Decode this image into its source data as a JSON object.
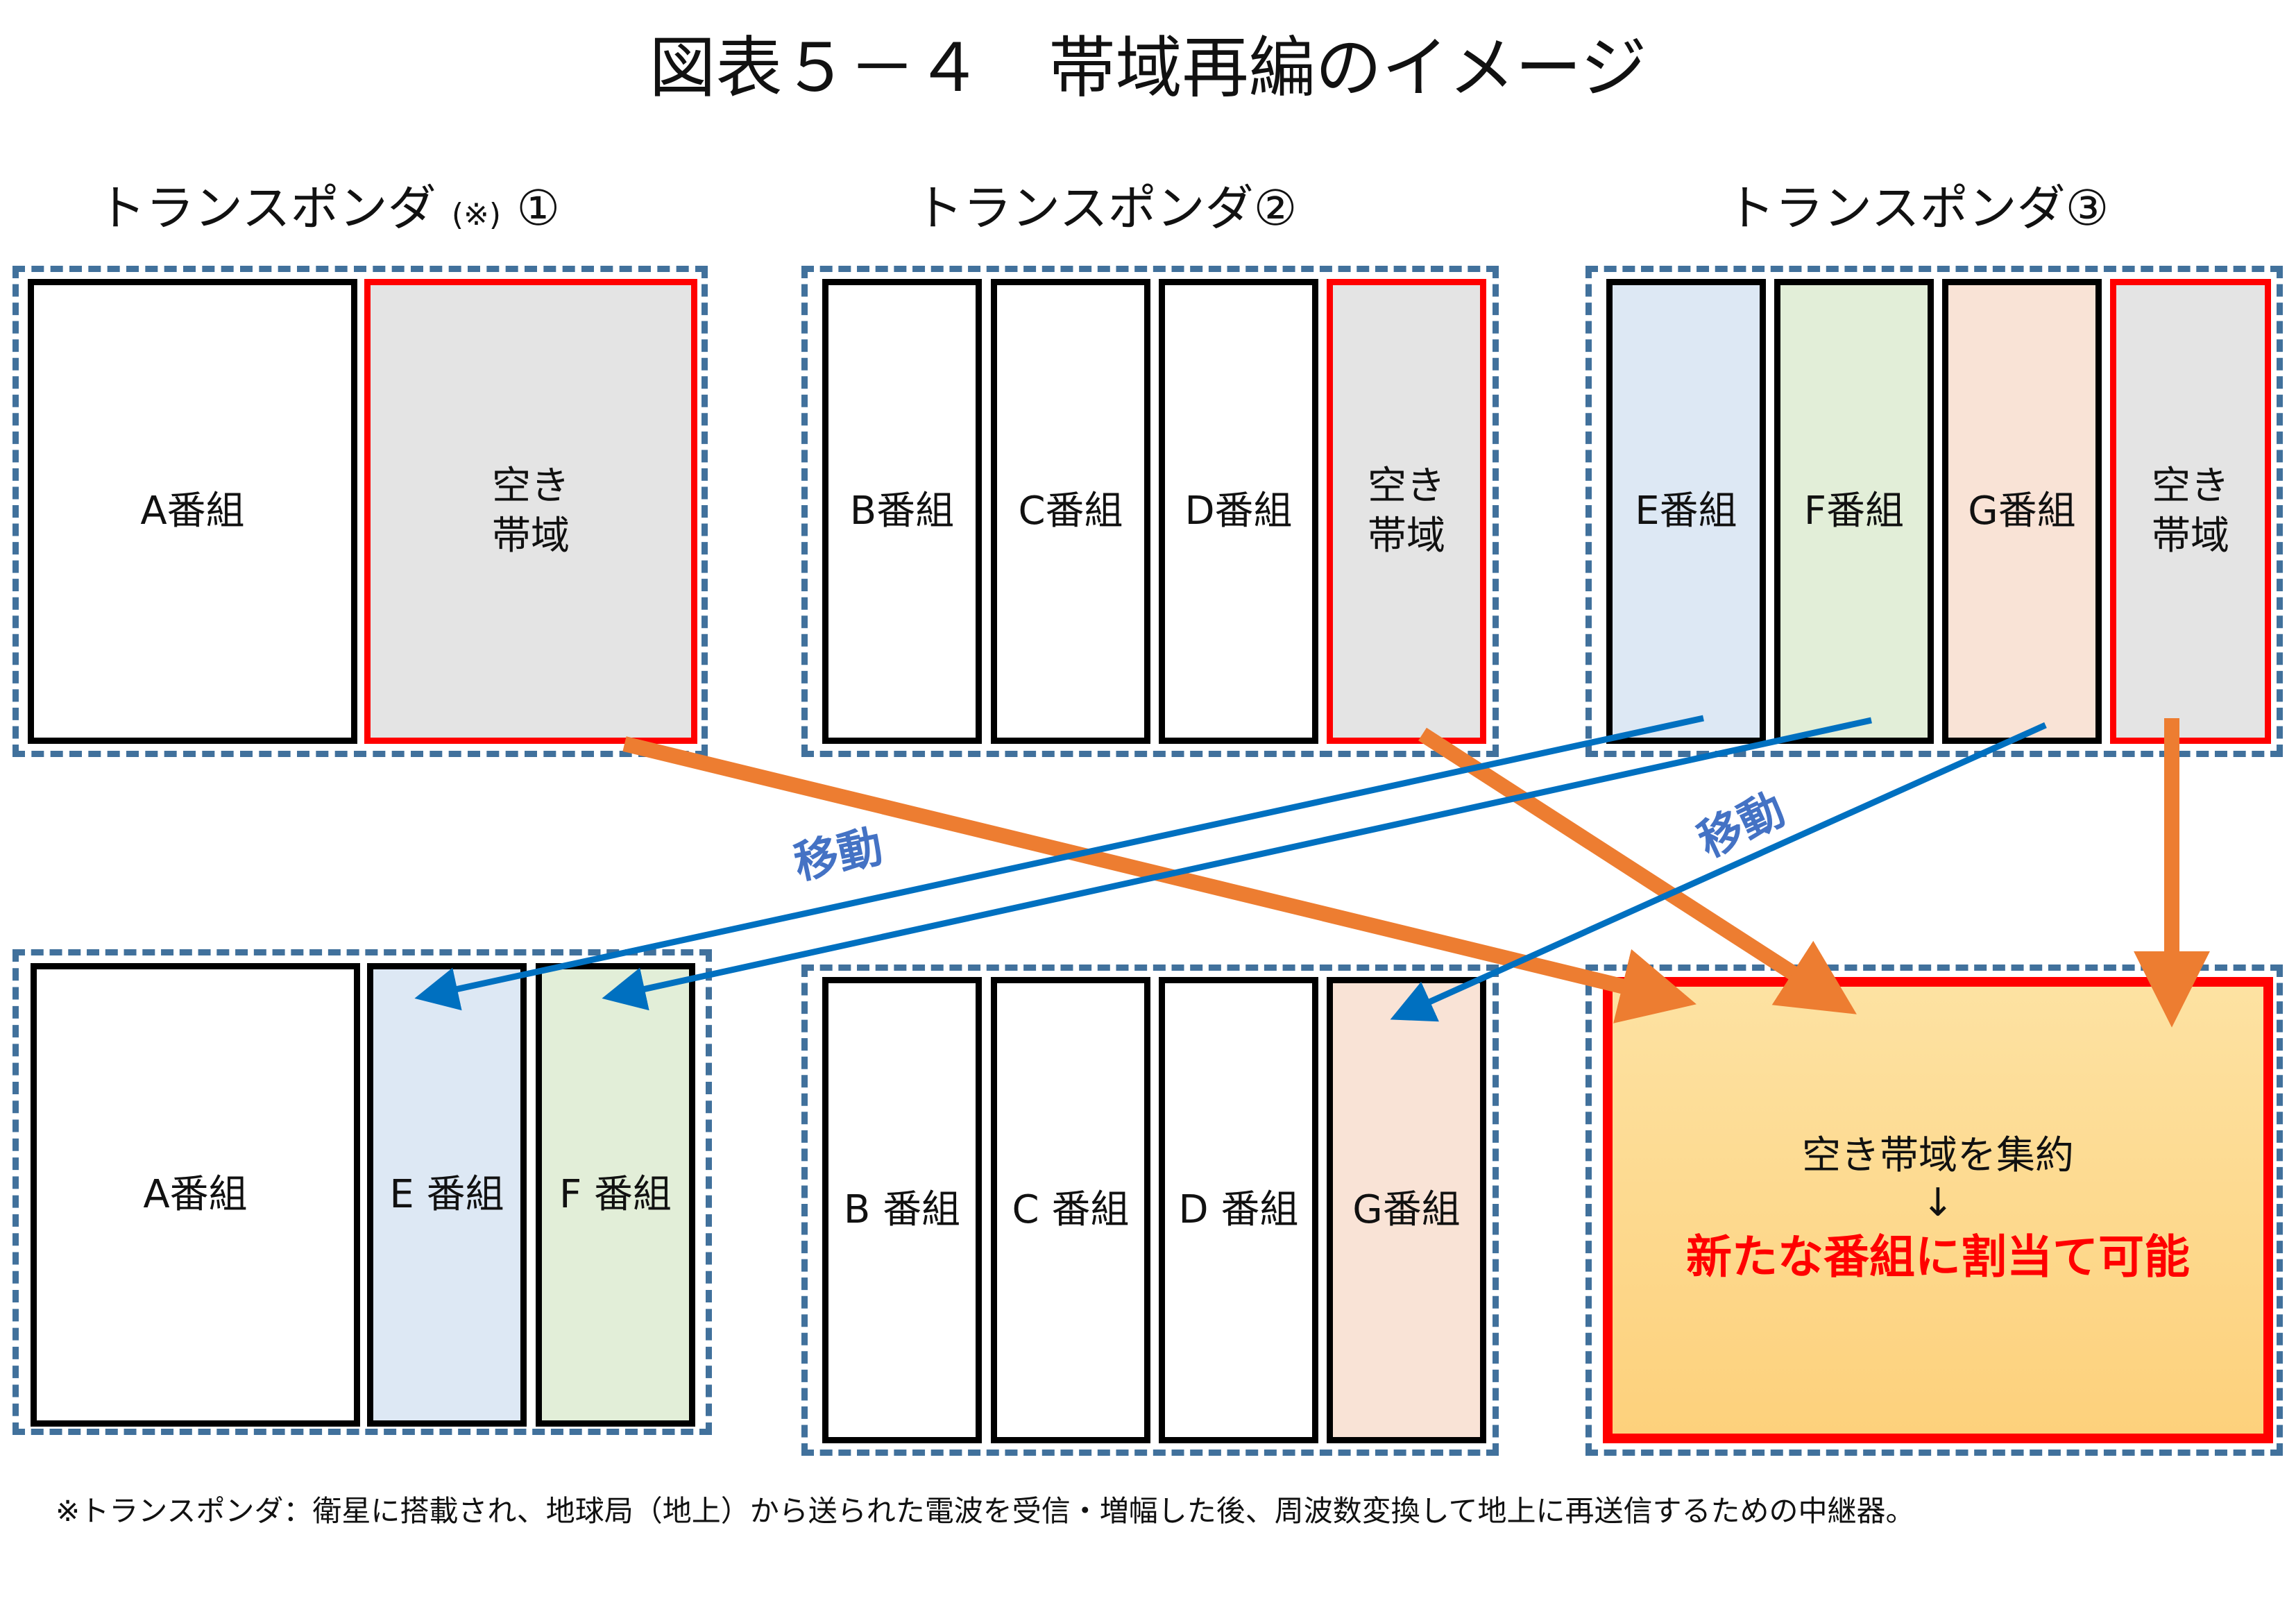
{
  "title": "図表５－４　帯域再編のイメージ",
  "transponder_labels": {
    "t1": "トランスポンダ",
    "t1_note": "(※)",
    "t1_num": "①",
    "t2": "トランスポンダ②",
    "t3": "トランスポンダ③"
  },
  "before": {
    "t1": {
      "program": "A番組",
      "free": "空き\n帯域"
    },
    "t2": {
      "programs": [
        "B番組",
        "C番組",
        "D番組"
      ],
      "free": "空き\n帯域"
    },
    "t3": {
      "programs": [
        "E番組",
        "F番組",
        "G番組"
      ],
      "free": "空き\n帯域"
    }
  },
  "after": {
    "t1": {
      "programs": [
        "A番組",
        "E 番組",
        "F 番組"
      ]
    },
    "t2": {
      "programs": [
        "B 番組",
        "C 番組",
        "D 番組",
        "G番組"
      ]
    },
    "t3": {
      "line1": "空き帯域を集約",
      "arrow": "↓",
      "line2": "新たな番組に割当て可能"
    }
  },
  "move_labels": [
    "移動",
    "移動"
  ],
  "footnote": "※トランスポンダ：衛星に搭載され、地球局（地上）から送られた電波を受信・増幅した後、周波数変換して地上に再送信するための中継器。",
  "colors": {
    "frame_dash": "#41719C",
    "free_border": "#FF0000",
    "free_fill": "#E4E4E4",
    "blue_slot": "#DDE8F4",
    "green_slot": "#E2EED8",
    "peach_slot": "#F9E3D6",
    "pool_fill": "#FDD17C",
    "move_arrow": "#0070C0",
    "free_arrow": "#ED7D31",
    "highlight_text": "#FF0000"
  }
}
